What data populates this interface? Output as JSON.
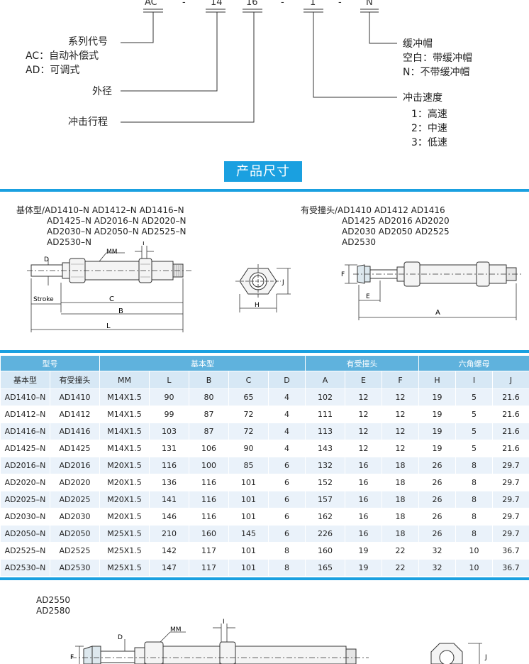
{
  "code_parts": [
    "AC",
    "-",
    "14",
    "16",
    "-",
    "1",
    "-",
    "N"
  ],
  "legend": {
    "series": {
      "title": "系列代号",
      "lines": [
        "AC：自动补偿式",
        "AD：可调式"
      ]
    },
    "outer_diameter": "外径",
    "stroke": "冲击行程",
    "cap": {
      "title": "缓冲帽",
      "lines": [
        "空白：带缓冲帽",
        "N：不带缓冲帽"
      ]
    },
    "speed": {
      "title": "冲击速度",
      "lines": [
        "1：高速",
        "2：中速",
        "3：低速"
      ]
    }
  },
  "section_title": "产品尺寸",
  "basic_models": {
    "lines": [
      "基体型/AD1410–N  AD1412–N  AD1416–N",
      "AD1425–N  AD2016–N  AD2020–N",
      "AD2030–N  AD2050–N  AD2525–N",
      "AD2530–N"
    ]
  },
  "head_models": {
    "lines": [
      "有受撞头/AD1410   AD1412   AD1416",
      "AD1425   AD2016   AD2020",
      "AD2030   AD2050   AD2525",
      "AD2530"
    ]
  },
  "diagram_labels": {
    "mm": "MM",
    "i": "I",
    "d": "D",
    "stroke": "Stroke",
    "c": "C",
    "b": "B",
    "l": "L",
    "h": "H",
    "j": "J",
    "f": "F",
    "e": "E",
    "a": "A"
  },
  "table": {
    "group_headers": [
      "型号",
      "基本型",
      "有受撞头",
      "六角螺母"
    ],
    "sub_headers": [
      "基本型",
      "有受撞头",
      "MM",
      "L",
      "B",
      "C",
      "D",
      "A",
      "E",
      "F",
      "H",
      "I",
      "J"
    ],
    "rows": [
      [
        "AD1410–N",
        "AD1410",
        "M14X1.5",
        "90",
        "80",
        "65",
        "4",
        "102",
        "12",
        "12",
        "19",
        "5",
        "21.6"
      ],
      [
        "AD1412–N",
        "AD1412",
        "M14X1.5",
        "99",
        "87",
        "72",
        "4",
        "111",
        "12",
        "12",
        "19",
        "5",
        "21.6"
      ],
      [
        "AD1416–N",
        "AD1416",
        "M14X1.5",
        "103",
        "87",
        "72",
        "4",
        "113",
        "12",
        "12",
        "19",
        "5",
        "21.6"
      ],
      [
        "AD1425–N",
        "AD1425",
        "M14X1.5",
        "131",
        "106",
        "90",
        "4",
        "143",
        "12",
        "12",
        "19",
        "5",
        "21.6"
      ],
      [
        "AD2016–N",
        "AD2016",
        "M20X1.5",
        "116",
        "100",
        "85",
        "6",
        "132",
        "16",
        "18",
        "26",
        "8",
        "29.7"
      ],
      [
        "AD2020–N",
        "AD2020",
        "M20X1.5",
        "136",
        "116",
        "101",
        "6",
        "152",
        "16",
        "18",
        "26",
        "8",
        "29.7"
      ],
      [
        "AD2025–N",
        "AD2025",
        "M20X1.5",
        "141",
        "116",
        "101",
        "6",
        "157",
        "16",
        "18",
        "26",
        "8",
        "29.7"
      ],
      [
        "AD2030–N",
        "AD2030",
        "M20X1.5",
        "146",
        "116",
        "101",
        "6",
        "162",
        "16",
        "18",
        "26",
        "8",
        "29.7"
      ],
      [
        "AD2050–N",
        "AD2050",
        "M25X1.5",
        "210",
        "160",
        "145",
        "6",
        "226",
        "16",
        "18",
        "26",
        "8",
        "29.7"
      ],
      [
        "AD2525–N",
        "AD2525",
        "M25X1.5",
        "142",
        "117",
        "101",
        "8",
        "160",
        "19",
        "22",
        "32",
        "10",
        "36.7"
      ],
      [
        "AD2530–N",
        "AD2530",
        "M25X1.5",
        "147",
        "117",
        "101",
        "8",
        "165",
        "19",
        "22",
        "32",
        "10",
        "36.7"
      ]
    ]
  },
  "bottom_models": [
    "AD2550",
    "AD2580"
  ],
  "colors": {
    "accent": "#1aa0e0",
    "table_header": "#5fb2dd",
    "table_subheader": "#d7e8f5",
    "row_alt": "#eaf2fa"
  }
}
